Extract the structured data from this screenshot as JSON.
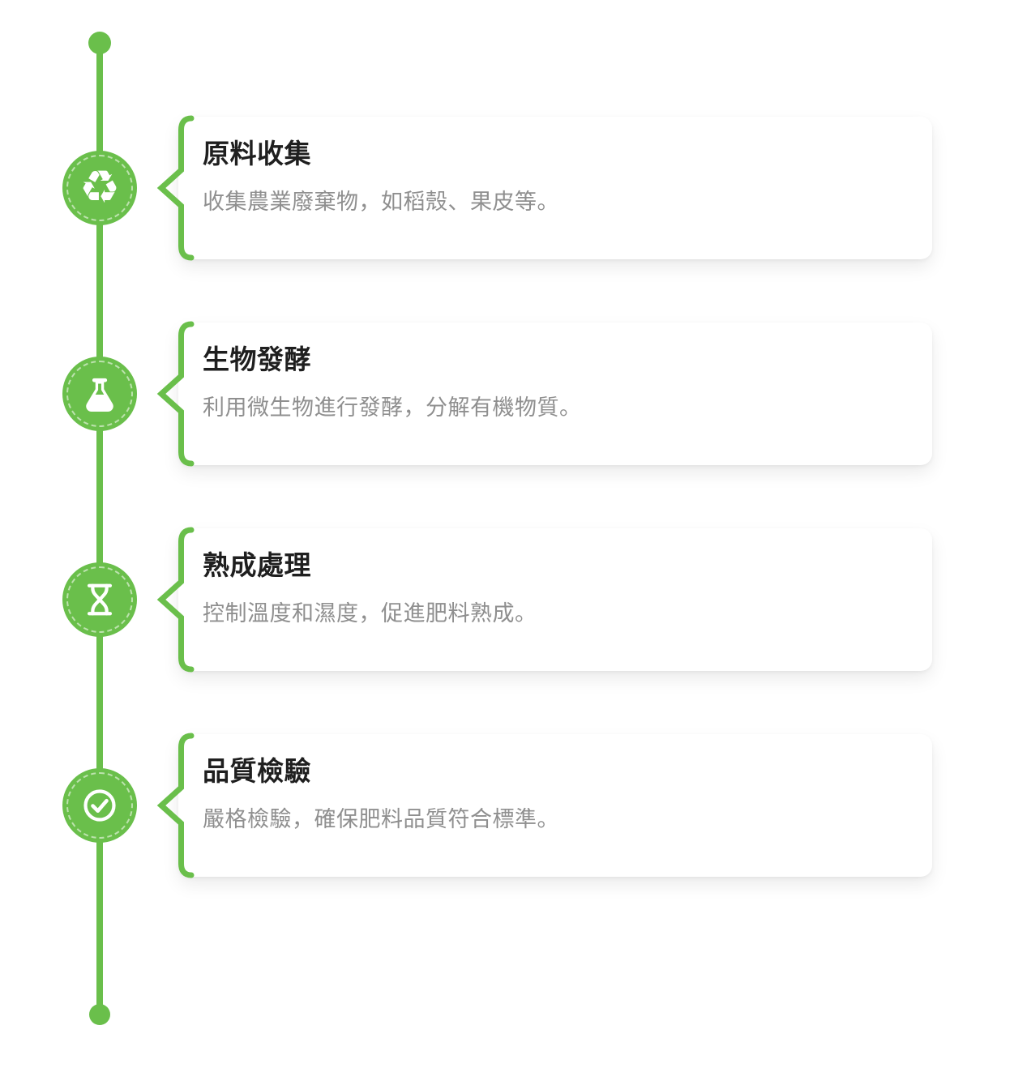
{
  "theme": {
    "accent_green": "#6abf4b",
    "card_background": "#ffffff",
    "page_background": "#ffffff",
    "title_color": "#1f1f1f",
    "description_color": "#8f8f8f",
    "icon_color": "#ffffff"
  },
  "icons": {
    "recycle_glyph": "♻"
  },
  "timeline": {
    "orientation": "vertical",
    "has_start_dot": true,
    "has_end_dot": true
  },
  "steps": [
    {
      "icon": "recycle-icon",
      "title": "原料收集",
      "description": "收集農業廢棄物，如稻殼、果皮等。"
    },
    {
      "icon": "flask-icon",
      "title": "生物發酵",
      "description": "利用微生物進行發酵，分解有機物質。"
    },
    {
      "icon": "hourglass-icon",
      "title": "熟成處理",
      "description": "控制溫度和濕度，促進肥料熟成。"
    },
    {
      "icon": "check-circle-icon",
      "title": "品質檢驗",
      "description": "嚴格檢驗，確保肥料品質符合標準。"
    }
  ]
}
